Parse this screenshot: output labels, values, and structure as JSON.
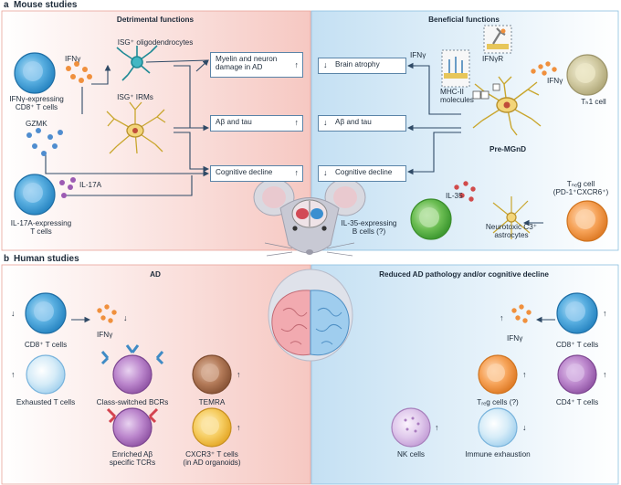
{
  "panel_a": {
    "letter": "a",
    "title": "Mouse studies",
    "left": {
      "heading": "Detrimental functions",
      "cells": {
        "cd8": "IFNγ-expressing\nCD8⁺ T cells",
        "il17": "IL-17A-expressing\nT cells",
        "isg_oligo": "ISG⁺ oligodendrocytes",
        "isg_irm": "ISG⁺ IRMs"
      },
      "labels": {
        "ifng": "IFNγ",
        "gzmk": "GZMK",
        "il17a": "IL-17A"
      },
      "outcomes": [
        {
          "text": "Myelin and neuron\ndamage in AD",
          "arrow": "↑"
        },
        {
          "text": "Aβ and tau",
          "arrow": "↑"
        },
        {
          "text": "Cognitive decline",
          "arrow": "↑"
        }
      ]
    },
    "right": {
      "heading": "Beneficial functions",
      "outcomes": [
        {
          "text": "Brain atrophy",
          "arrow": "↓"
        },
        {
          "text": "Aβ and tau",
          "arrow": "↓"
        },
        {
          "text": "Cognitive decline",
          "arrow": "↓"
        }
      ],
      "labels": {
        "ifng_left": "IFNγ",
        "ifngr": "IFNγR",
        "mhc": "MHC-II\nmolecules",
        "ifng_right": "IFNγ",
        "th1": "Tₕ1 cell",
        "pre_mgnd": "Pre-MGnD",
        "treg": "Tₙₑg cell\n(PD-1⁺CXCR6⁺)",
        "il35": "IL-35",
        "il35_b": "IL-35-expressing\nB cells (?)",
        "astro": "Neurotoxic C3⁺\nastrocytes"
      }
    }
  },
  "panel_b": {
    "letter": "b",
    "title": "Human studies",
    "left": {
      "heading": "AD",
      "items": {
        "cd8": "CD8⁺ T cells",
        "ifng": "IFNγ",
        "exhausted": "Exhausted T cells",
        "bcr": "Class-switched BCRs",
        "temra": "TEMRA",
        "tcr": "Enriched Aβ\nspecific TCRs",
        "cxcr3": "CXCR3⁺ T cells\n(in AD organoids)"
      }
    },
    "right": {
      "heading": "Reduced AD pathology and/or cognitive decline",
      "items": {
        "ifng": "IFNγ",
        "cd8": "CD8⁺ T cells",
        "treg": "Tᵣₑg cells (?)",
        "cd4": "CD4⁺ T cells",
        "nk": "NK cells",
        "immune": "Immune exhaustion"
      }
    }
  },
  "colors": {
    "detrimental_bg": "#f8d2cd",
    "beneficial_bg": "#d3e8f6",
    "cd8_blue": "#3b9bd6",
    "orange": "#f29a4e",
    "purple": "#b27cc3",
    "green": "#5fb54a",
    "brown": "#a66e4f",
    "yellow": "#f5c95a",
    "pink": "#dcc6e8",
    "khaki": "#cfc9a0"
  }
}
